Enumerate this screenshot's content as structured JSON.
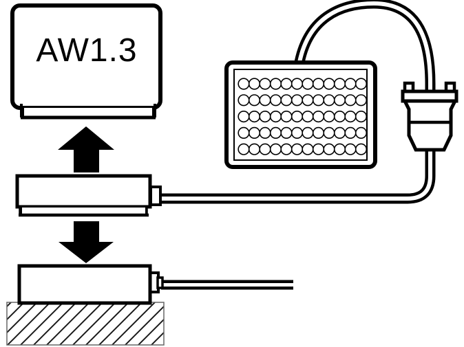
{
  "display": {
    "label": "AW1.3"
  },
  "keypad": {
    "rows": 5,
    "cols": 12,
    "key_shape": "circle"
  },
  "colors": {
    "ink": "#000000",
    "paper": "#ffffff",
    "hatch_line": "#1a1a1a",
    "hatch_edge": "#666666"
  },
  "components": [
    {
      "name": "display-unit",
      "icon": "monitor-icon"
    },
    {
      "name": "keypad-panel",
      "icon": "keypad-icon"
    },
    {
      "name": "cable-connector",
      "icon": "d-sub-connector-icon"
    },
    {
      "name": "weighing-module",
      "icon": "device-box-icon"
    },
    {
      "name": "load-platform",
      "icon": "device-box-icon"
    },
    {
      "name": "foundation",
      "icon": "hatched-ground-icon"
    },
    {
      "name": "signal-up",
      "icon": "arrow-up-icon"
    },
    {
      "name": "signal-down",
      "icon": "arrow-down-icon"
    }
  ]
}
